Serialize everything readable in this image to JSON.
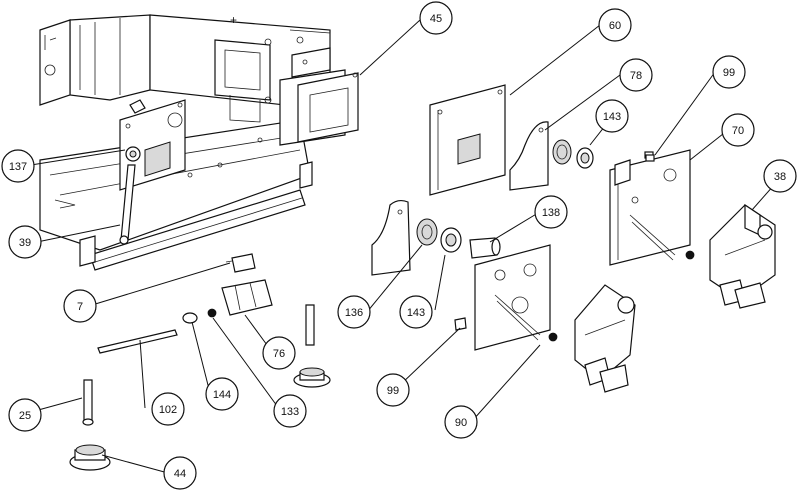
{
  "callouts": [
    {
      "id": "45",
      "label": "45"
    },
    {
      "id": "60",
      "label": "60"
    },
    {
      "id": "78",
      "label": "78"
    },
    {
      "id": "99a",
      "label": "99"
    },
    {
      "id": "143a",
      "label": "143"
    },
    {
      "id": "70",
      "label": "70"
    },
    {
      "id": "38",
      "label": "38"
    },
    {
      "id": "137",
      "label": "137"
    },
    {
      "id": "39",
      "label": "39"
    },
    {
      "id": "138",
      "label": "138"
    },
    {
      "id": "7",
      "label": "7"
    },
    {
      "id": "136",
      "label": "136"
    },
    {
      "id": "143b",
      "label": "143"
    },
    {
      "id": "76",
      "label": "76"
    },
    {
      "id": "99b",
      "label": "99"
    },
    {
      "id": "90",
      "label": "90"
    },
    {
      "id": "102",
      "label": "102"
    },
    {
      "id": "144",
      "label": "144"
    },
    {
      "id": "133",
      "label": "133"
    },
    {
      "id": "25",
      "label": "25"
    },
    {
      "id": "44",
      "label": "44"
    }
  ]
}
